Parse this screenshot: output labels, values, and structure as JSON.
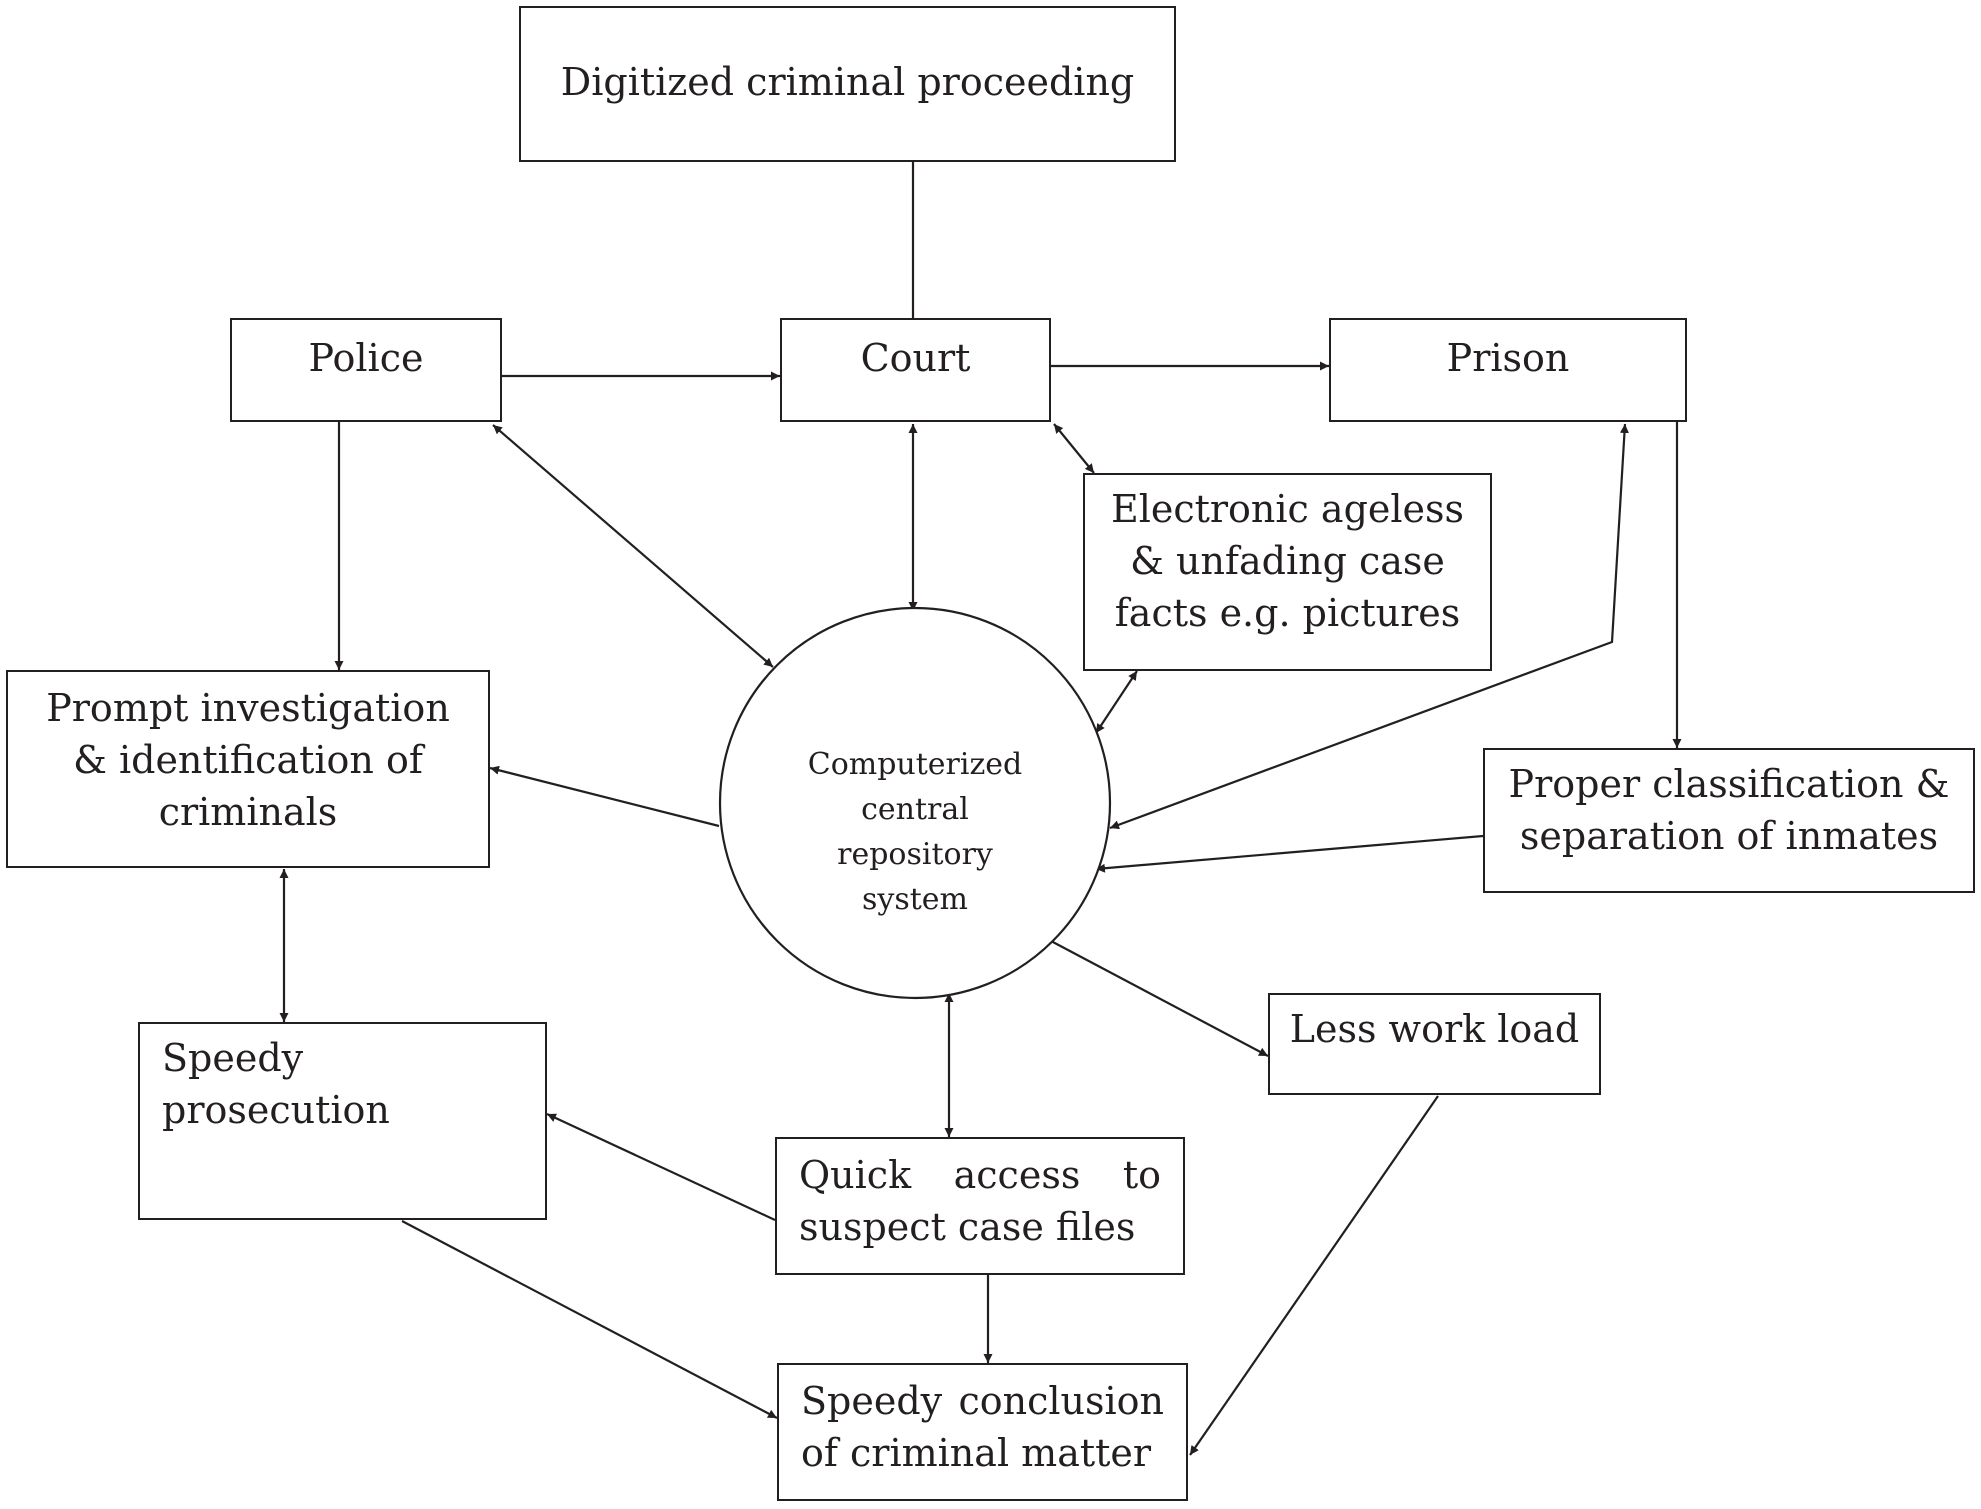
{
  "diagram": {
    "nodes": {
      "digitized": "Digitized criminal proceeding",
      "police": "Police",
      "court": "Court",
      "prison": "Prison",
      "electronic": [
        "Electronic ageless",
        "& unfading case",
        "facts e.g. pictures"
      ],
      "repository": [
        "Computerized",
        "central",
        "repository",
        "system"
      ],
      "prompt": [
        "Prompt investigation",
        "& identification of",
        "criminals"
      ],
      "proper": [
        "Proper classification &",
        "separation of inmates"
      ],
      "speedy_prosecution": [
        "Speedy",
        "prosecution"
      ],
      "less_work": "Less work load",
      "quick_access": [
        "Quick access to",
        "suspect case files"
      ],
      "speedy_conclusion": [
        "Speedy conclusion",
        "of criminal matter"
      ]
    },
    "edges": [
      {
        "from": "digitized",
        "to": "court",
        "type": "line"
      },
      {
        "from": "police",
        "to": "court",
        "type": "arrow"
      },
      {
        "from": "court",
        "to": "prison",
        "type": "arrow"
      },
      {
        "from": "police",
        "to": "repository",
        "type": "bidirectional"
      },
      {
        "from": "police",
        "to": "prompt",
        "type": "arrow"
      },
      {
        "from": "court",
        "to": "repository",
        "type": "bidirectional"
      },
      {
        "from": "court",
        "to": "electronic",
        "type": "bidirectional"
      },
      {
        "from": "electronic",
        "to": "repository",
        "type": "bidirectional"
      },
      {
        "from": "prison",
        "to": "repository",
        "type": "bidirectional"
      },
      {
        "from": "prison",
        "to": "proper",
        "type": "arrow"
      },
      {
        "from": "proper",
        "to": "repository",
        "type": "arrow"
      },
      {
        "from": "repository",
        "to": "prompt",
        "type": "arrow"
      },
      {
        "from": "prompt",
        "to": "speedy_prosecution",
        "type": "bidirectional"
      },
      {
        "from": "repository",
        "to": "quick_access",
        "type": "bidirectional"
      },
      {
        "from": "repository",
        "to": "less_work",
        "type": "arrow"
      },
      {
        "from": "quick_access",
        "to": "speedy_prosecution",
        "type": "arrow"
      },
      {
        "from": "speedy_prosecution",
        "to": "speedy_conclusion",
        "type": "arrow"
      },
      {
        "from": "quick_access",
        "to": "speedy_conclusion",
        "type": "arrow"
      },
      {
        "from": "less_work",
        "to": "speedy_conclusion",
        "type": "arrow"
      }
    ]
  }
}
